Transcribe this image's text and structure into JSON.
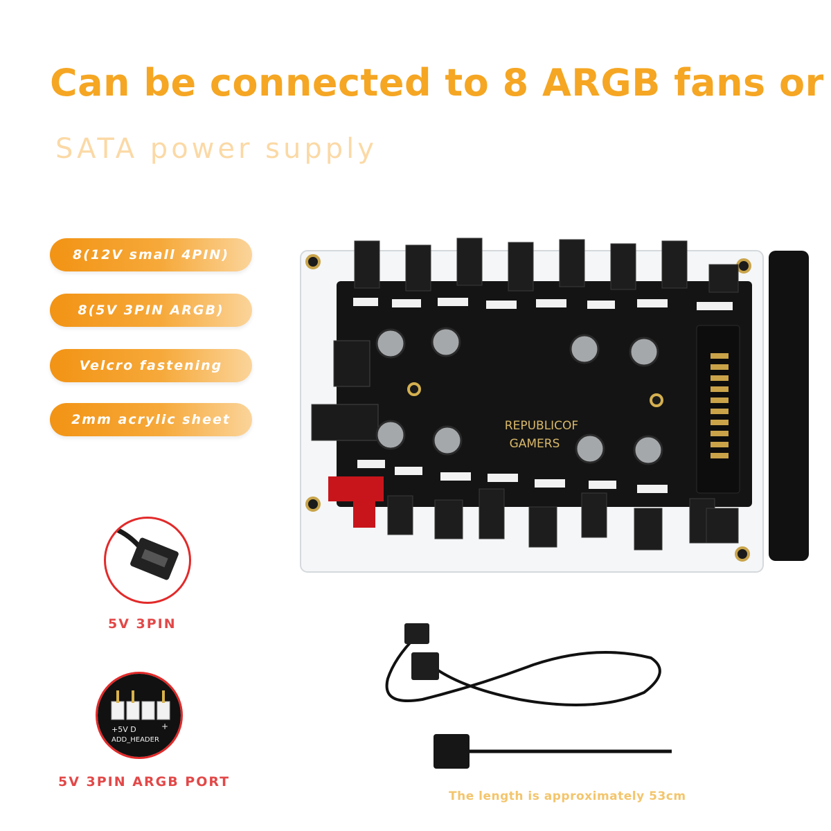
{
  "headline": "Can be connected to 8 ARGB fans or",
  "subline": "SATA power supply",
  "features": [
    "8(12V small 4PIN)",
    "8(5V 3PIN ARGB)",
    "Velcro fastening",
    "2mm acrylic sheet"
  ],
  "board": {
    "brand_line1": "REPUBLICOF",
    "brand_line2": "GAMERS"
  },
  "callouts": {
    "plug_label": "5V 3PIN",
    "header_label": "5V 3PIN ARGB PORT",
    "header_pins_text": "+5V  D",
    "header_plus": "+",
    "header_name": "ADD_HEADER"
  },
  "cable_note": "The length is approximately 53cm",
  "colors": {
    "accent": "#f5a623",
    "accent_light": "#fbd9a6",
    "label_red": "#e24848"
  }
}
